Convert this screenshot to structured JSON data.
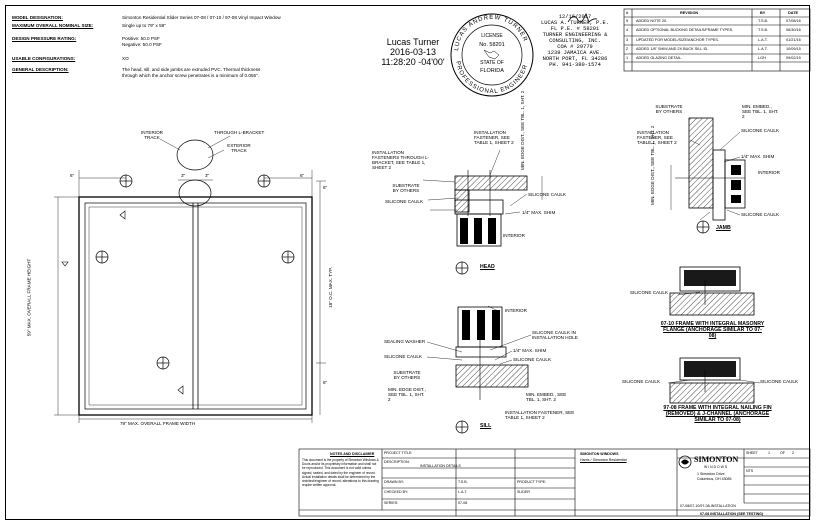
{
  "header_info": {
    "rows": [
      {
        "label": "MODEL DESIGNATION:",
        "value": "Simonton Residential Slider Series 07-08 / 07-10 / 97-08 Vinyl Impact Window"
      },
      {
        "label": "MAXIMUM OVERALL NOMINAL SIZE:",
        "value": "Single up to 79\" x 59\""
      },
      {
        "label": "DESIGN PRESSURE RATING:",
        "value": "Positive: 50.0 PSF"
      },
      {
        "label": "",
        "value": "Negative: 50.0 PSF"
      },
      {
        "label": "USABLE CONFIGURATIONS:",
        "value": "XO"
      },
      {
        "label": "GENERAL DESCRIPTION:",
        "value": "The head, sill, and side jambs are extruded PVC. Thermal thickness"
      },
      {
        "label": "",
        "value": "through which the anchor screw penetrates is a minimum of 0.055\"."
      }
    ]
  },
  "signature": {
    "name": "Lucas Turner",
    "date": "2016-03-13",
    "time": "11:28:20 -04'00'"
  },
  "seal": {
    "top": "LICENSE",
    "number": "No. 58201",
    "state": "STATE OF",
    "florida": "FLORIDA",
    "name_arc": "LUCAS ANDREW TURNER",
    "bottom_arc": "PROFESSIONAL ENGINEER"
  },
  "engineer": {
    "lines": [
      "12/16/2017",
      "LUCAS A. TURNER, P.E.",
      "FL P.E. # 58201",
      "TURNER ENGINEERING &",
      "CONSULTING, INC.",
      "COA # 29779",
      "1239 JAMAICA AVE.",
      "NORTH PORT, FL 34286",
      "PH. 941-380-1574"
    ]
  },
  "revisions": {
    "headers": [
      "#",
      "REVISION",
      "BY",
      "DATE"
    ],
    "rows": [
      {
        "num": "5",
        "desc": "ADDED NOTE 20.",
        "by": "T.S.B.",
        "date": "07/08/16"
      },
      {
        "num": "4",
        "desc": "ADDED OPTIONAL BUCKING DETAILS/FRAME TYPES.",
        "by": "T.S.B.",
        "date": "06/30/16"
      },
      {
        "num": "3",
        "desc": "UPDATED FOR MODEL/SIZE/ANCHOR TYPES.",
        "by": "L.A.T.",
        "date": "01/21/16"
      },
      {
        "num": "2",
        "desc": "ADDED 1/8\" SHIM AND 2X BUCK SILL ID.",
        "by": "L.A.T.",
        "date": "10/09/15"
      },
      {
        "num": "1",
        "desc": "ADDED GLAZING DETAIL.",
        "by": "LGH",
        "date": "09/02/15"
      }
    ]
  },
  "elevation": {
    "labels": {
      "interior_track": "INTERIOR TRACK",
      "thru_l_bracket": "THROUGH L-BRACKET",
      "exterior_track": "EXTERIOR TRACK",
      "dim_6_left": "6\"",
      "dim_3_left": "3\"",
      "dim_3_right": "3\"",
      "dim_6_right": "6\"",
      "dim_6_vert_top": "6\"",
      "dim_6_vert_bot": "6\"",
      "max_height": "59\" MAX. OVERALL FRAME HEIGHT",
      "oc_max": "18\" O.C. MAX. TYP.",
      "max_width": "79\" MAX. OVERALL FRAME WIDTH"
    }
  },
  "head_detail": {
    "caption": "HEAD",
    "labels": {
      "install_fast": "INSTALLATION FASTENERS THROUGH L-BRACKET, SEE TABLE 1, SHEET 2",
      "install_fast2": "INSTALLATION FASTENER, SEE TABLE 1, SHEET 2",
      "substrate": "SUBSTRATE BY OTHERS",
      "silicone_caulk_l": "SILICONE CAULK",
      "silicone_caulk_r": "SILICONE CAULK",
      "shim": "1/4\" MAX. SHIM",
      "interior": "INTERIOR",
      "min_edge": "MIN. EDGE DIST., SEE TBL. 1, SHT. 2"
    }
  },
  "sill_detail": {
    "caption": "SILL",
    "labels": {
      "interior": "INTERIOR",
      "sealing_washer": "SEALING WASHER",
      "silicone_caulk_l": "SILICONE CAULK",
      "silicone_caulk_hole": "SILICONE CAULK IN INSTALLATION HOLE",
      "shim": "1/4\" MAX. SHIM",
      "silicone_caulk_r": "SILICONE CAULK",
      "substrate": "SUBSTRATE BY OTHERS",
      "min_edge": "MIN. EDGE DIST., SEE TBL. 1, SHT. 2",
      "min_embed": "MIN. EMBED., SEE TBL. 1, SHT. 2",
      "install_fast": "INSTALLATION FASTENER, SEE TABLE 1, SHEET 2"
    }
  },
  "jamb_detail": {
    "caption": "JAMB",
    "labels": {
      "substrate": "SUBSTRATE BY OTHERS",
      "min_embed": "MIN. EMBED., SEE TBL. 1, SHT. 2",
      "install_fast": "INSTALLATION FASTENER, SEE TABLE 1, SHEET 2",
      "silicone_caulk": "SILICONE CAULK",
      "shim": "1/4\" MAX. SHIM",
      "interior": "INTERIOR",
      "silicone_caulk2": "SILICONE CAULK",
      "min_edge": "MIN. EDGE DIST., SEE TBL. 1, SHT. 2"
    }
  },
  "flange_details": [
    {
      "caption": "07-10 FRAME WITH INTEGRAL MASONRY FLANGE (ANCHORAGE SIMILAR TO 07-08)",
      "label": "SILICONE CAULK"
    },
    {
      "caption": "97-08 FRAME WITH INTEGRAL NAILING FIN (REMOVED) & J-CHANNEL (ANCHORAGE SIMILAR TO 07-08)",
      "label": "SILICONE CAULK",
      "label2": "SILICONE CAULK"
    }
  ],
  "title_block": {
    "notes_title": "NOTES AND DISCLAIMER",
    "notes": "This document is the property of Simonton Windows & Doors and/or its proprietary information and shall not be reproduced. This document is not valid unless signed, sealed, and dated by the engineer of record. Actual installation details shall be determined by the architect/engineer of record; alterations to this drawing require written approval.",
    "fields": [
      {
        "label": "PROJECT TITLE:",
        "value": ""
      },
      {
        "label": "DESCRIPTION:",
        "value": "INSTALLATION DETAILS"
      },
      {
        "label": "DRAWN BY:",
        "value": "T.S.B."
      },
      {
        "label": "CHECKED BY:",
        "value": "L.A.T."
      },
      {
        "label": "SERIES:",
        "value": "07-08"
      },
      {
        "label": "PRODUCT TYPE:",
        "value": "SLIDER"
      }
    ],
    "company_block": {
      "line1": "SIMONTON WINDOWS",
      "line2": "Harris / Simonton Residential"
    },
    "simonton": {
      "name": "SIMONTON",
      "sub": "WINDOWS",
      "addr1": "1 Simonton Drive",
      "addr2": "Columbus, OH 43085"
    },
    "sheet": {
      "sheet_label": "SHEET",
      "sheet_value": "1",
      "of_label": "OF",
      "of_value": "2",
      "scale": "NTS",
      "date": "07-08/07-10/97-08-INSTALLATION"
    },
    "bottom": "07-08 INSTALLATION (SEE TESTING)"
  }
}
